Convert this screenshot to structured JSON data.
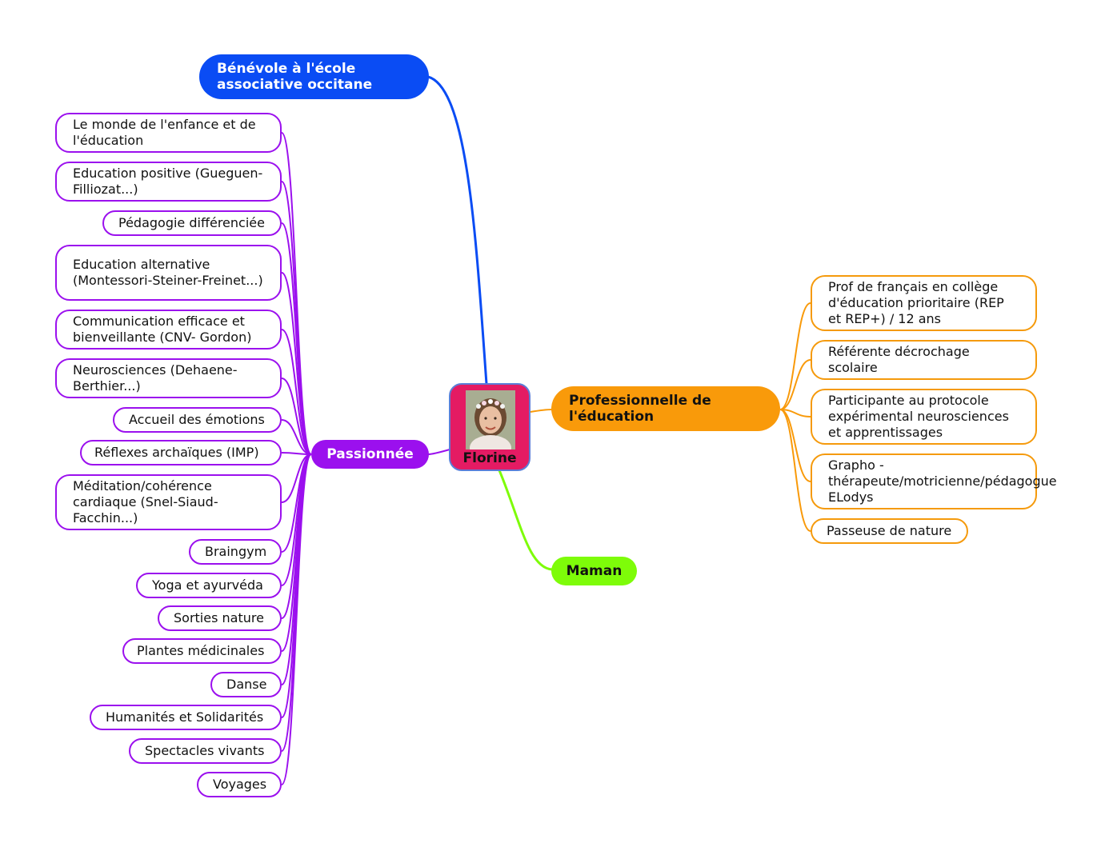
{
  "colors": {
    "blue": "#0a4cf4",
    "purple": "#9b10ee",
    "orange": "#f99a0a",
    "green": "#7efc09",
    "center": "#e41b63"
  },
  "center": {
    "label": "Florine",
    "icon": "portrait-photo"
  },
  "benevole": {
    "label": "Bénévole à l'école associative occitane"
  },
  "passionnee": {
    "label": "Passionnée",
    "items": [
      "Le monde de l'enfance et de l'éducation",
      "Education positive (Gueguen-Filliozat...)",
      "Pédagogie différenciée",
      "Education alternative (Montessori-Steiner-Freinet...)",
      "Communication efficace et bienveillante (CNV- Gordon)",
      "Neurosciences (Dehaene-Berthier...)",
      "Accueil des émotions",
      "Réflexes archaïques (IMP)",
      "Méditation/cohérence cardiaque (Snel-Siaud-Facchin...)",
      "Braingym",
      "Yoga et ayurvéda",
      "Sorties nature",
      "Plantes médicinales",
      "Danse",
      "Humanités et Solidarités",
      "Spectacles vivants",
      "Voyages"
    ]
  },
  "professionnelle": {
    "label": "Professionnelle de l'éducation",
    "items": [
      "Prof de français en collège d'éducation prioritaire (REP et REP+) / 12 ans",
      "Référente décrochage scolaire",
      "Participante au protocole expérimental neurosciences et apprentissages",
      "Grapho - thérapeute/motricienne/pédagogue ELodys",
      "Passeuse de nature"
    ]
  },
  "maman": {
    "label": "Maman"
  }
}
